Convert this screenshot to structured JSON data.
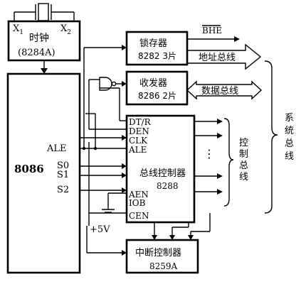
{
  "clock": {
    "x1": "X",
    "x1_sub": "1",
    "x2": "X",
    "x2_sub": "2",
    "name": "时钟",
    "part": "(8284A)"
  },
  "cpu": {
    "name": "8086",
    "pin_ale": "ALE",
    "pin_s0": "S0",
    "pin_s1": "S1",
    "pin_s2": "S2"
  },
  "latch": {
    "name": "锁存器",
    "part": "8282 3片"
  },
  "transceiver": {
    "name": "收发器",
    "part": "8286 2片"
  },
  "bus_controller": {
    "name": "总线控制器",
    "part": "8288",
    "pin_dtr": "DT/R",
    "pin_den": "DEN",
    "pin_clk": "CLK",
    "pin_ale": "ALE",
    "pin_aen": "AEN",
    "pin_iob": "IOB",
    "pin_cen": "CEN"
  },
  "interrupt_controller": {
    "name": "中断控制器",
    "part": "8259A"
  },
  "signals": {
    "bhe": "BHE",
    "vcc": "+5V",
    "dots": "⋮"
  },
  "buses": {
    "address": "地址总线",
    "data": "数据总线",
    "control_c1": "控",
    "control_c2": "制",
    "control_c3": "总",
    "control_c4": "线",
    "system_c1": "系",
    "system_c2": "统",
    "system_c3": "总",
    "system_c4": "线"
  }
}
